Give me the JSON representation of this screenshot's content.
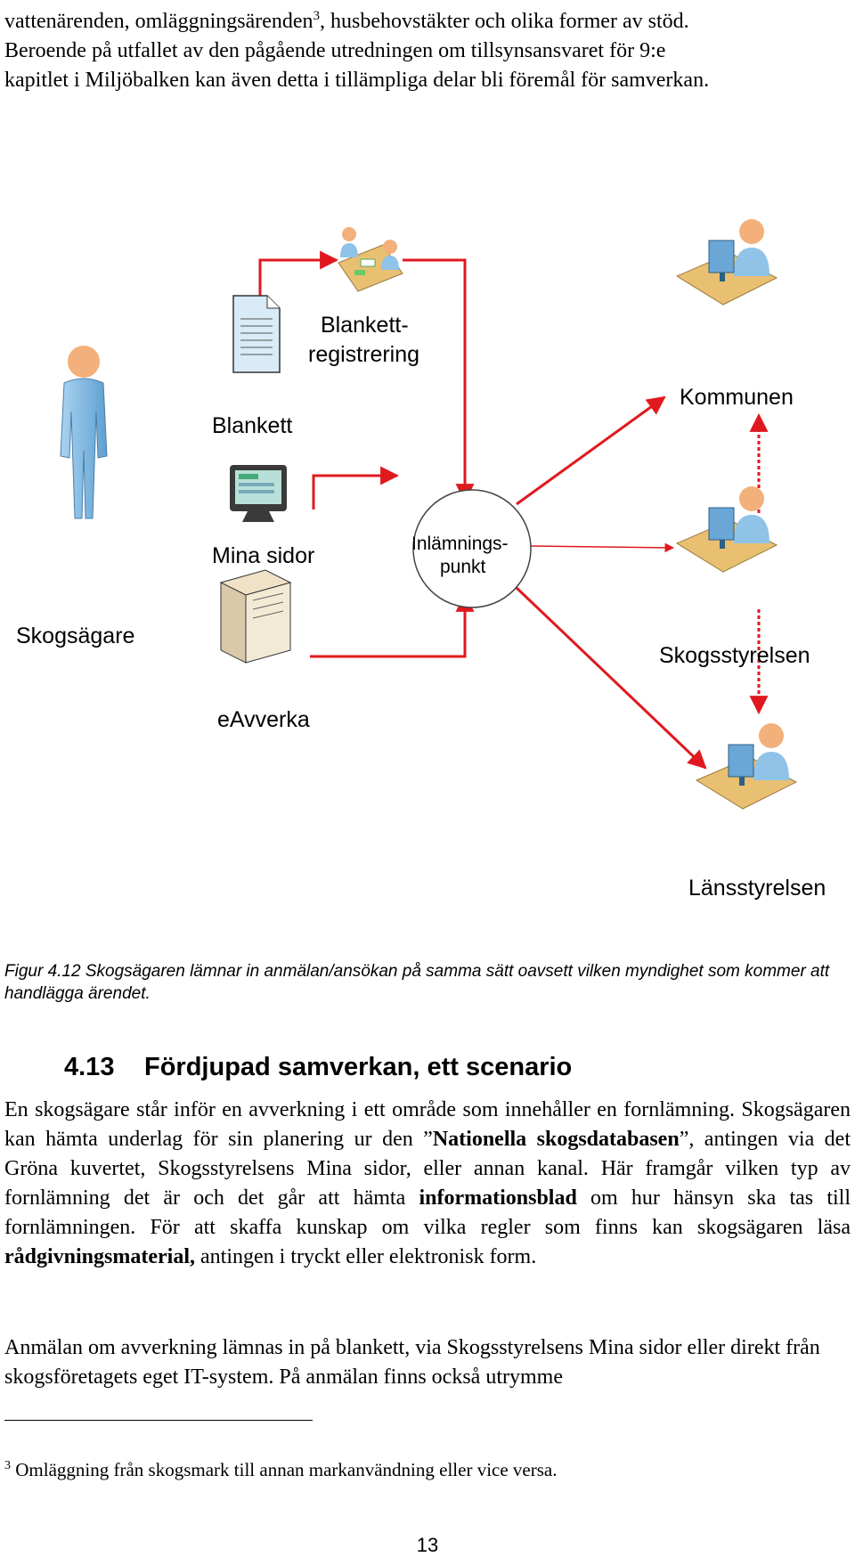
{
  "top_text": {
    "line1_a": "vattenärenden, omläggningsärenden",
    "line1_sup": "3",
    "line1_b": ", husbehovstäkter och olika former av stöd.",
    "line2": "Beroende på utfallet av den pågående utredningen om tillsynsansvaret för 9:e",
    "line3": "kapitlet i Miljöbalken kan även detta i tillämpliga delar bli föremål för samverkan."
  },
  "diagram": {
    "labels": {
      "blankett_reg_1": "Blankett-",
      "blankett_reg_2": "registrering",
      "blankett": "Blankett",
      "mina_sidor": "Mina sidor",
      "inlamning_1": "Inlämnings-",
      "inlamning_2": "punkt",
      "skogsagare": "Skogsägare",
      "eavverka": "eAvverka",
      "kommunen": "Kommunen",
      "skogsstyrelsen": "Skogsstyrelsen",
      "lansstyrelsen": "Länsstyrelsen"
    },
    "colors": {
      "arrow": "#e0191f",
      "person": "#8fc3e8",
      "skin": "#f3b07a",
      "desk": "#e9bf72"
    }
  },
  "caption": "Figur 4.12 Skogsägaren lämnar in anmälan/ansökan på samma sätt oavsett vilken myndighet som kommer att handlägga ärendet.",
  "heading": {
    "number": "4.13",
    "title": "Fördjupad samverkan, ett scenario"
  },
  "paragraph1": {
    "t1": "En skogsägare står inför en avverkning i ett område som innehåller en fornlämning. Skogsägaren kan hämta underlag för sin planering ur den ”",
    "b1": "Nationella skogsdatabasen",
    "t2": "”, antingen via det Gröna kuvertet, Skogsstyrelsens Mina sidor, eller annan kanal. Här framgår vilken typ av fornlämning det är och det går att hämta ",
    "b2": "informationsblad",
    "t3": " om hur hänsyn ska tas till fornlämningen. För att skaffa kunskap om vilka regler som finns kan skogsägaren läsa ",
    "b3": "rådgivningsmaterial,",
    "t4": " antingen i tryckt eller elektronisk form."
  },
  "paragraph2": "Anmälan om avverkning lämnas in på blankett, via Skogsstyrelsens Mina sidor eller direkt från skogsföretagets eget IT-system. På anmälan finns också utrymme",
  "footnote": {
    "mark": "3",
    "text": " Omläggning från skogsmark till annan markanvändning eller vice versa."
  },
  "page_number": "13"
}
